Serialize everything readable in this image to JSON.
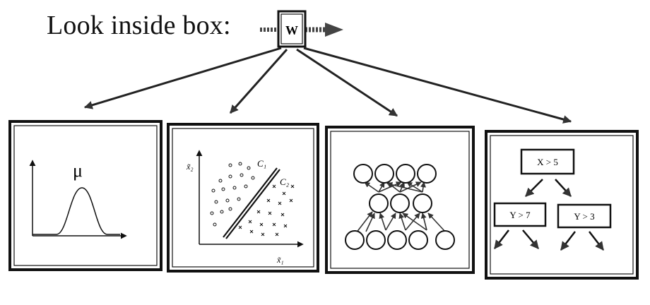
{
  "header": {
    "title": "Look inside box:",
    "box_label": "W"
  },
  "panels": [
    {
      "name": "distribution",
      "label": "μ"
    },
    {
      "name": "linear-classifier",
      "class_1": "C₁",
      "class_2": "C₂",
      "x_axis": "x̃₁",
      "y_axis": "x̃₂"
    },
    {
      "name": "neural-network"
    },
    {
      "name": "decision-tree",
      "root": "X > 5",
      "left": "Y > 7",
      "right": "Y > 3"
    }
  ],
  "colors": {
    "ink": "#111111",
    "arrow_fill": "#555555",
    "background": "#ffffff"
  }
}
